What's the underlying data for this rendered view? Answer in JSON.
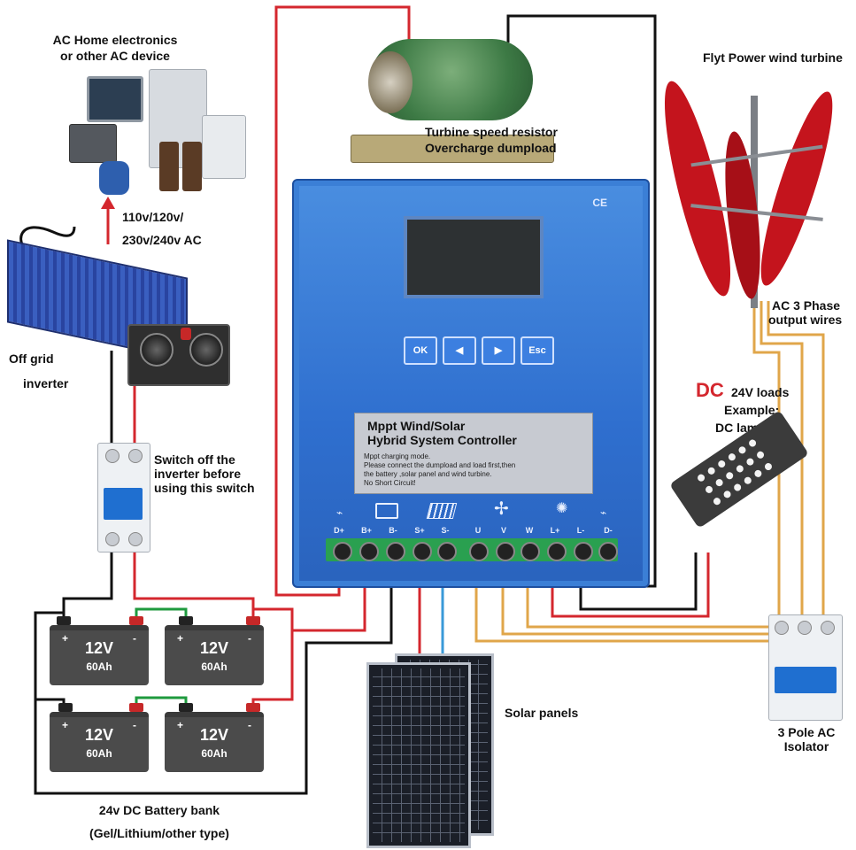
{
  "labels": {
    "ac_home": "AC Home electronics\nor other AC device",
    "ac_voltage_1": "110v/120v/",
    "ac_voltage_2": "230v/240v AC",
    "off_grid_1": "Off grid",
    "off_grid_2": "inverter",
    "switch_note_1": "Switch off the",
    "switch_note_2": "inverter before",
    "switch_note_3": "using this switch",
    "turbine_resistor_1": "Turbine speed resistor",
    "turbine_resistor_2": "Overcharge dumpload",
    "wind_turbine": "Flyt Power wind turbine",
    "ac3_1": "AC 3 Phase",
    "ac3_2": "output wires",
    "dc_prefix": "DC",
    "dc_loads_1": "24V loads",
    "dc_loads_2": "Example:",
    "dc_loads_3": "DC lamps",
    "solar_panels": "Solar panels",
    "isolator_1": "3 Pole AC",
    "isolator_2": "Isolator",
    "battery_bank_1": "24v DC Battery bank",
    "battery_bank_2": "(Gel/Lithium/other type)"
  },
  "controller": {
    "ce_mark": "CE",
    "buttons": [
      "OK",
      "◀",
      "▶",
      "Esc"
    ],
    "title_1": "Mppt Wind/Solar",
    "title_2": "Hybrid System Controller",
    "body_1": "Mppt charging mode.",
    "body_2": "Please connect the dumpload and load first,then",
    "body_3": "the battery ,solar panel and wind turbine.",
    "body_4": "No Short Circuit!",
    "terminals": [
      "D+",
      "B+",
      "B-",
      "S+",
      "S-",
      "U",
      "V",
      "W",
      "L+",
      "L-",
      "D-"
    ]
  },
  "batteries": [
    {
      "voltage": "12V",
      "capacity": "60Ah",
      "plus": "+",
      "minus": "-"
    },
    {
      "voltage": "12V",
      "capacity": "60Ah",
      "plus": "+",
      "minus": "-"
    },
    {
      "voltage": "12V",
      "capacity": "60Ah",
      "plus": "+",
      "minus": "-"
    },
    {
      "voltage": "12V",
      "capacity": "60Ah",
      "plus": "+",
      "minus": "-"
    }
  ],
  "colors": {
    "wire_red": "#d4272e",
    "wire_black": "#111111",
    "wire_green": "#1f9a3e",
    "wire_ac": "#e0a64a",
    "wire_solar_pos": "#d4272e",
    "wire_solar_neg": "#3a9ad8",
    "controller_blue": "#2f6fcf",
    "turbine_red": "#c4141d"
  },
  "icons": {
    "dumpload": "resistor-icon",
    "battery": "battery-icon",
    "solar": "solar-panel-icon",
    "wind": "wind-turbine-icon",
    "load": "light-bulb-icon",
    "dump2": "resistor-icon"
  }
}
